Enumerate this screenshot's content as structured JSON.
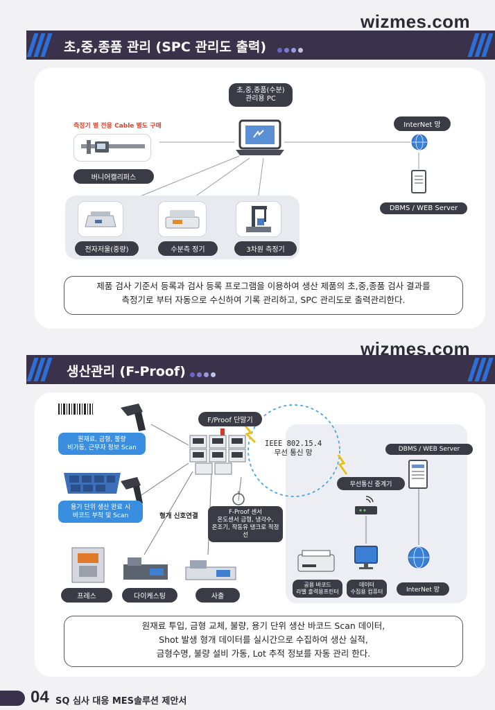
{
  "brand": "wizmes.com",
  "section1": {
    "title": "초,중,종품 관리 (SPC 관리도 출력)",
    "pc_label_line1": "초,중,종품(수분)",
    "pc_label_line2": "관리용 PC",
    "red_note": "측정기 별 전용 Cable 별도 구매",
    "caliper_label": "버니어캘리퍼스",
    "scale_label": "전자저울(중량)",
    "moisture_label": "수분측 정기",
    "cmm_label": "3차원 측정기",
    "internet_label": "InterNet 망",
    "server_label": "DBMS / WEB Server",
    "desc_line1": "제품 검사 기준서 등록과 검사 등록 프로그램을 이용하여 생산 제품의 초,중,종품 검사 결과를",
    "desc_line2": "측정기로 부터 자동으로 수신하여 기록 관리하고, SPC 관리도로 출력관리한다."
  },
  "section2": {
    "title": "생산관리 (F-Proof)",
    "terminal_label": "F/Proof 단말기",
    "ieee_line1": "IEEE 802.15.4",
    "ieee_line2": "무선 통신 망",
    "server_label": "DBMS / WEB Server",
    "scan1_line1": "원재료, 금형, 불량",
    "scan1_line2": "비가동, 근무자 정보 Scan",
    "scan2_line1": "용기 단위 생산 완료 시",
    "scan2_line2": "바코드 부착 및 Scan",
    "signal_label": "형개 신호연결",
    "sensor_line1": "F-Proof 센서",
    "sensor_line2": "온도센서 금형, 냉각수,",
    "sensor_line3": "온조기, 작동유 탱크로 적정선",
    "repeater_label": "무선통신 중계기",
    "press_label": "프레스",
    "diecast_label": "다이케스팅",
    "injection_label": "사출",
    "printer_line1": "공용 바코드",
    "printer_line2": "라벨 출력용프린터",
    "collector_line1": "데이터",
    "collector_line2": "수집용 컴퓨터",
    "internet_label": "InterNet 망",
    "desc_line1": "원재료 투입, 금형 교체, 불량, 용기 단위 생산 바코드 Scan 데이터,",
    "desc_line2": "Shot 발생 형개 데이터를 실시간으로 수집하여 생산 실적,",
    "desc_line3": "금형수명, 불량 설비 가동, Lot 추적 정보를 자동 관리 한다."
  },
  "footer": {
    "page_number": "04",
    "text": "SQ 심사 대응 MES솔루션 제안서"
  }
}
